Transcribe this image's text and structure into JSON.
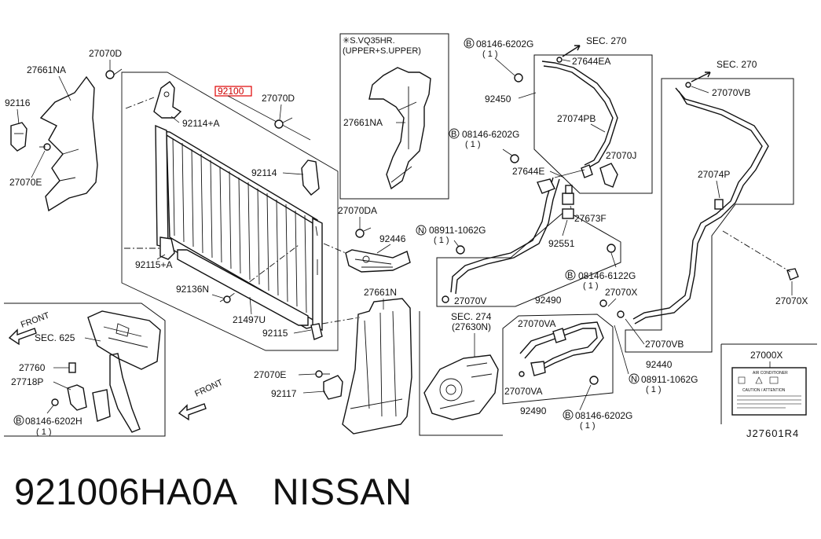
{
  "diagram_id": "J27601R4",
  "labels": {
    "p27661NA_left": "27661NA",
    "p92116": "92116",
    "p27070E_left": "27070E",
    "p27070D_top": "27070D",
    "p92100": "92100",
    "p27070D_mid": "27070D",
    "p92114A": "92114+A",
    "p92114": "92114",
    "p92115A": "92115+A",
    "p92136N": "92136N",
    "p21497U": "21497U",
    "p92115": "92115",
    "p27070DA": "27070DA",
    "p92446": "92446",
    "p27661N": "27661N",
    "p27070E_low": "27070E",
    "p92117": "92117",
    "sec625": "SEC. 625",
    "p27760": "27760",
    "p27718P": "27718P",
    "p08146_6202H": "08146-6202H",
    "p08146_6202H_qty": "( 1 )",
    "front1": "FRONT",
    "front2": "FRONT",
    "inset_note1": "✳S.VQ35HR.",
    "inset_note2": "(UPPER+S.UPPER)",
    "p27661NA_inset": "27661NA",
    "p08146_6202G_top": "08146-6202G",
    "p08146_6202G_top_qty": "( 1 )",
    "sec270_a": "SEC. 270",
    "p27644EA": "27644EA",
    "p92450": "92450",
    "p27074PB": "27074PB",
    "p08146_6202G_mid": "08146-6202G",
    "p08146_6202G_mid_qty": "( 1 )",
    "p27070J": "27070J",
    "p27644E": "27644E",
    "p27673F": "27673F",
    "p08911_1062G_a": "08911-1062G",
    "p08911_1062G_a_qty": "( 1 )",
    "p92551": "92551",
    "p08146_6122G": "08146-6122G",
    "p08146_6122G_qty": "( 1 )",
    "p27070V": "27070V",
    "p92490_a": "92490",
    "sec274": "SEC. 274",
    "p27630N": "(27630N)",
    "p27070VA_a": "27070VA",
    "p27070X_a": "27070X",
    "p27070VA_b": "27070VA",
    "p92490_b": "92490",
    "p08146_6202G_low": "08146-6202G",
    "p08146_6202G_low_qty": "( 1 )",
    "p08911_1062G_b": "08911-1062G",
    "p08911_1062G_b_qty": "( 1 )",
    "sec270_b": "SEC. 270",
    "p27070VB_a": "27070VB",
    "p27074P": "27074P",
    "p27070X_b": "27070X",
    "p27070VB_b": "27070VB",
    "p92440": "92440",
    "p27000X": "27000X",
    "label_title": "AIR CONDITIONER",
    "label_caution": "CAUTION / ATTENTION"
  },
  "caption": {
    "part_number": "921006HA0A",
    "brand": "NISSAN"
  },
  "colors": {
    "line": "#111111",
    "highlight": "#e00000",
    "background": "#ffffff"
  }
}
